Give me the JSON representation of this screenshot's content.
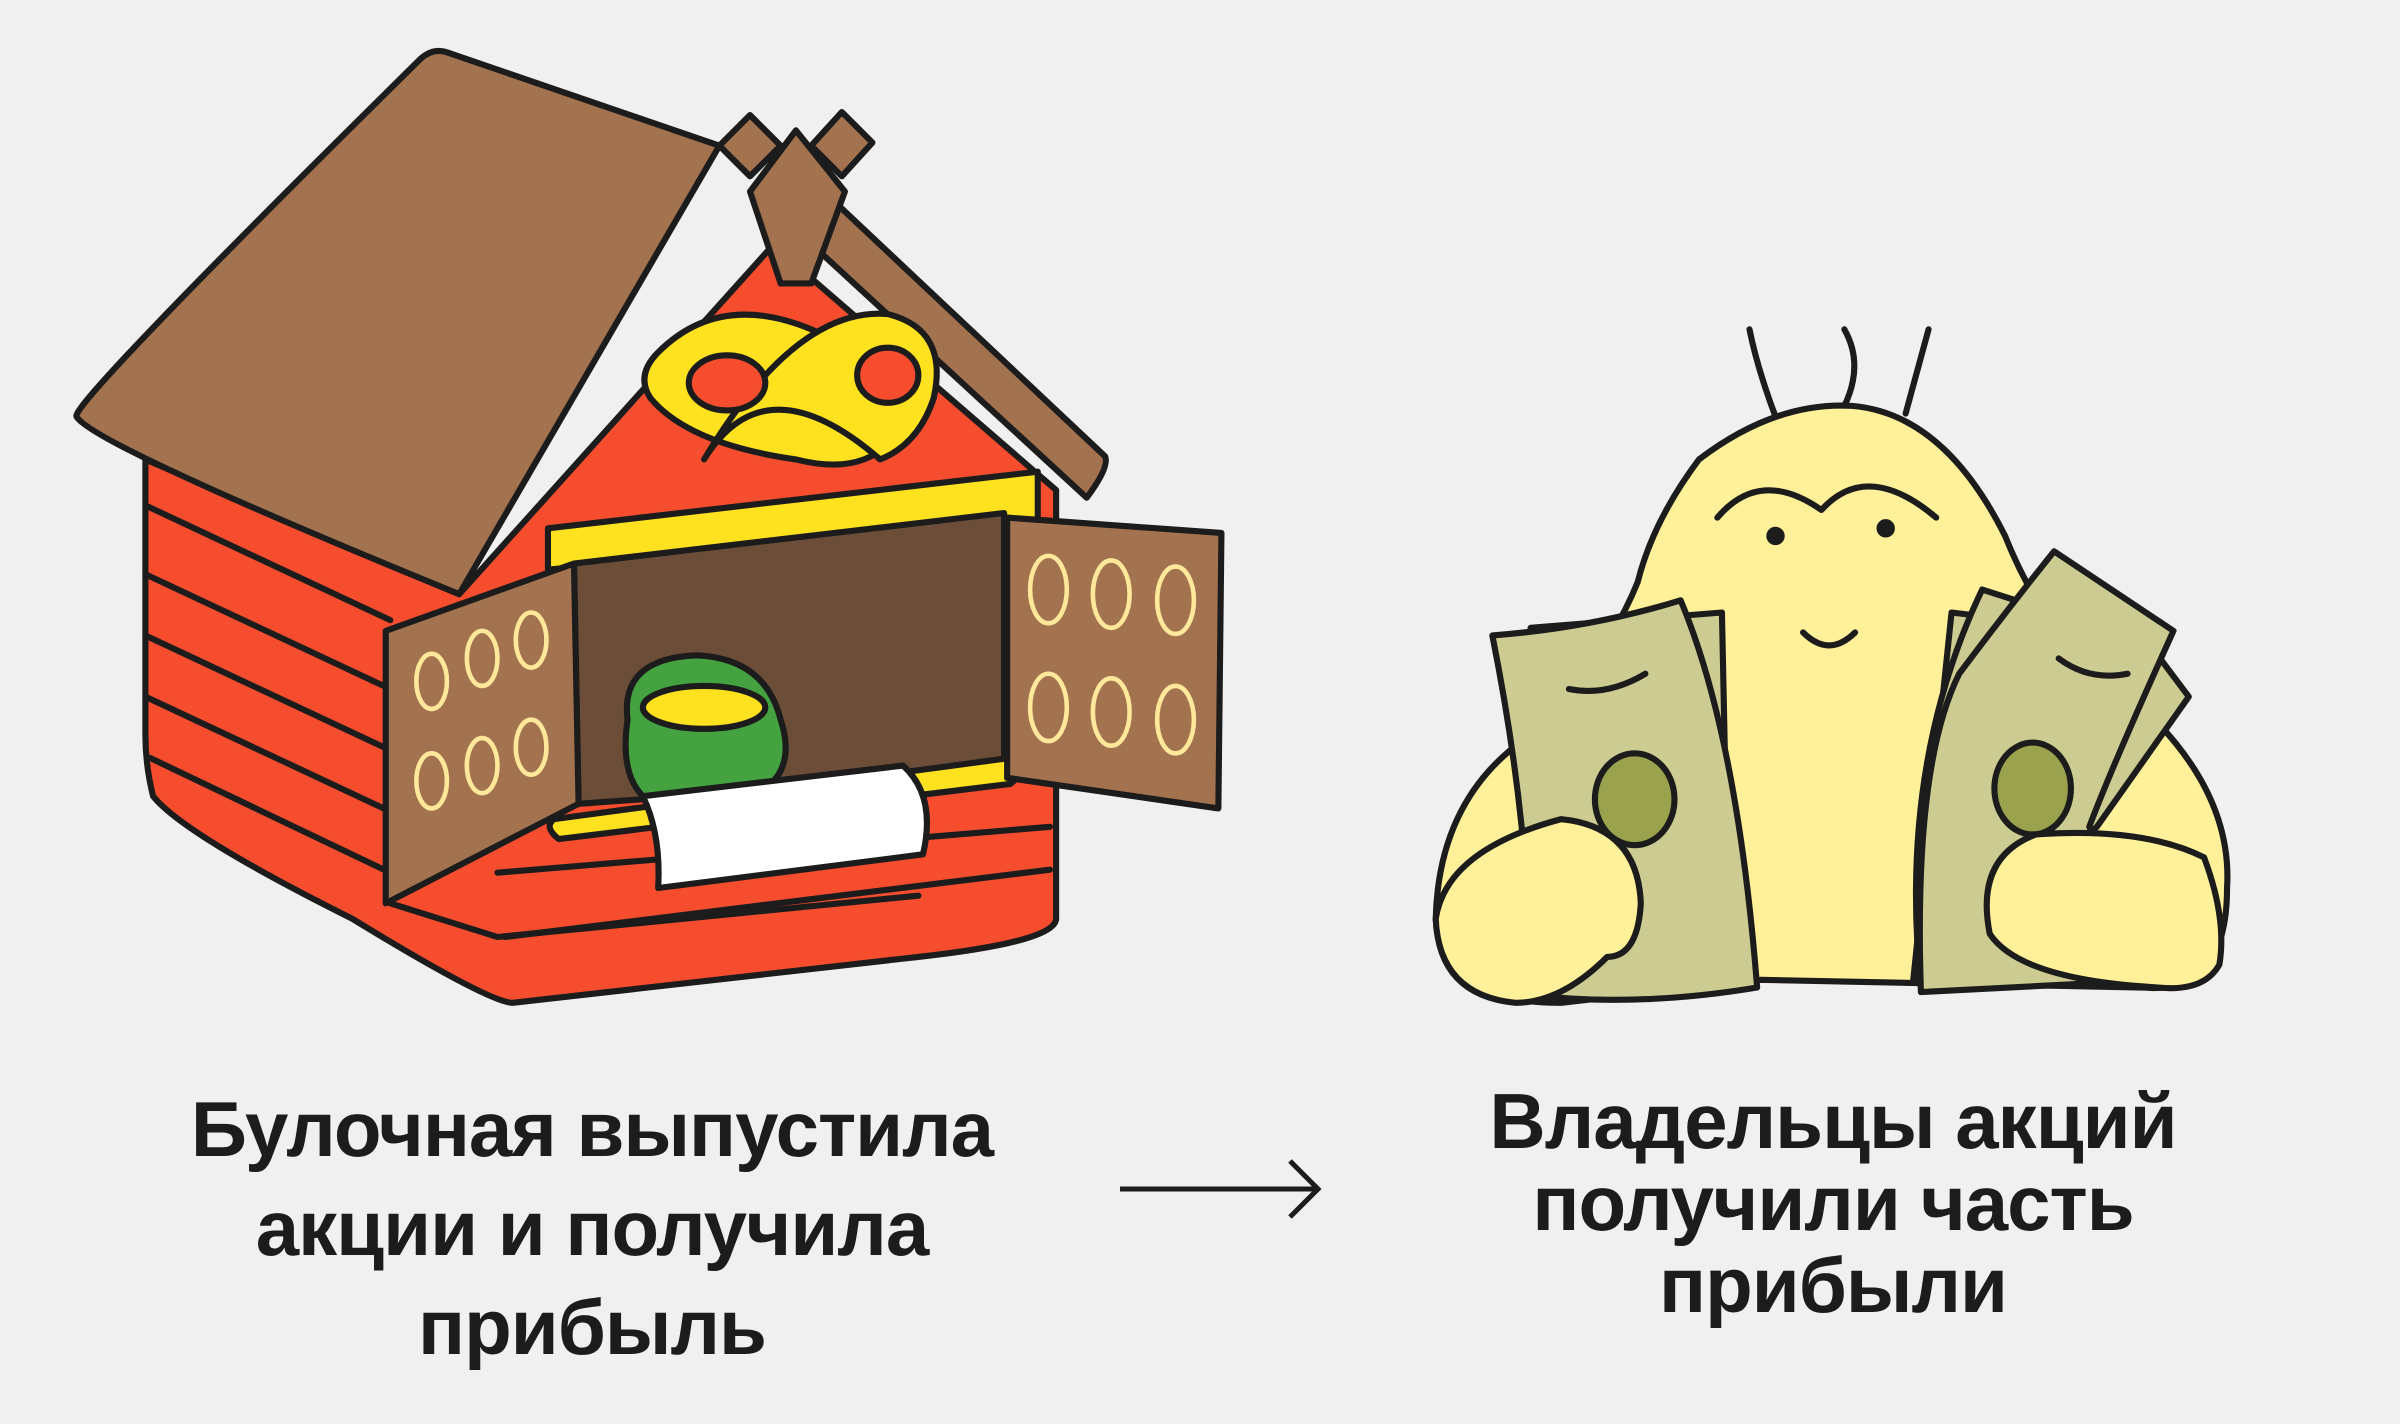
{
  "left_caption": {
    "lines": [
      "Булочная выпустила",
      "акции и получила",
      "прибыль"
    ]
  },
  "right_caption": {
    "lines": [
      "Владельцы акций",
      "получили часть",
      "прибыли"
    ]
  },
  "icons": {
    "arrow": "arrow-right-icon",
    "house": "bakery-house-illustration",
    "character": "shareholder-character-illustration"
  },
  "colors": {
    "background": "#f0f0f0",
    "roof": "#a3724f",
    "walls": "#f64d2e",
    "sign": "#ffe21f",
    "creature": "#fff09a",
    "money": "#cccc92",
    "ink": "#1c1c1c"
  }
}
